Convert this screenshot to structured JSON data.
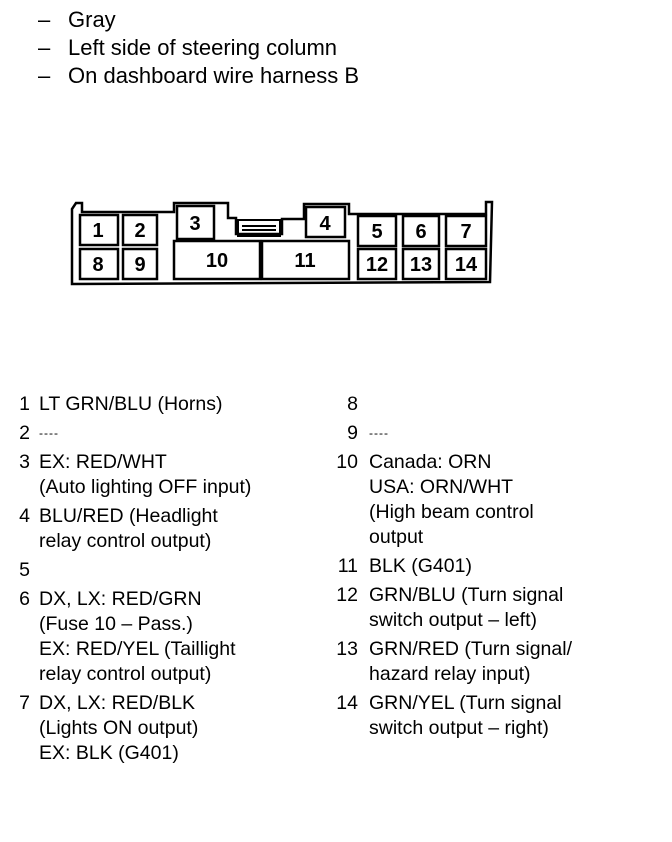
{
  "header": {
    "dash": "–",
    "lines": [
      "Gray",
      "Left side of steering column",
      "On dashboard wire harness B"
    ]
  },
  "connector": {
    "pins": [
      "1",
      "2",
      "3",
      "4",
      "5",
      "6",
      "7",
      "8",
      "9",
      "10",
      "11",
      "12",
      "13",
      "14"
    ]
  },
  "pins_left": [
    {
      "num": "1",
      "lines": [
        "LT GRN/BLU (Horns)"
      ]
    },
    {
      "num": "2",
      "lines": [
        "----"
      ]
    },
    {
      "num": "3",
      "lines": [
        "EX: RED/WHT",
        "(Auto lighting OFF input)"
      ]
    },
    {
      "num": "4",
      "lines": [
        "BLU/RED (Headlight",
        "relay control output)"
      ]
    },
    {
      "num": "5",
      "lines": [
        ""
      ]
    },
    {
      "num": "6",
      "lines": [
        "DX, LX: RED/GRN",
        "(Fuse 10 – Pass.)",
        "EX: RED/YEL (Taillight",
        "relay control output)"
      ]
    },
    {
      "num": "7",
      "lines": [
        "DX, LX: RED/BLK",
        "(Lights ON output)",
        "EX: BLK (G401)"
      ]
    }
  ],
  "pins_right": [
    {
      "num": "8",
      "lines": [
        ""
      ]
    },
    {
      "num": "9",
      "lines": [
        "----"
      ]
    },
    {
      "num": "10",
      "lines": [
        "Canada: ORN",
        "USA: ORN/WHT",
        "(High beam control",
        "output"
      ]
    },
    {
      "num": "11",
      "lines": [
        "BLK (G401)"
      ]
    },
    {
      "num": "12",
      "lines": [
        "GRN/BLU (Turn signal",
        "switch output – left)"
      ]
    },
    {
      "num": "13",
      "lines": [
        "GRN/RED (Turn signal/",
        "hazard relay input)"
      ]
    },
    {
      "num": "14",
      "lines": [
        "GRN/YEL (Turn signal",
        "switch output – right)"
      ]
    }
  ]
}
